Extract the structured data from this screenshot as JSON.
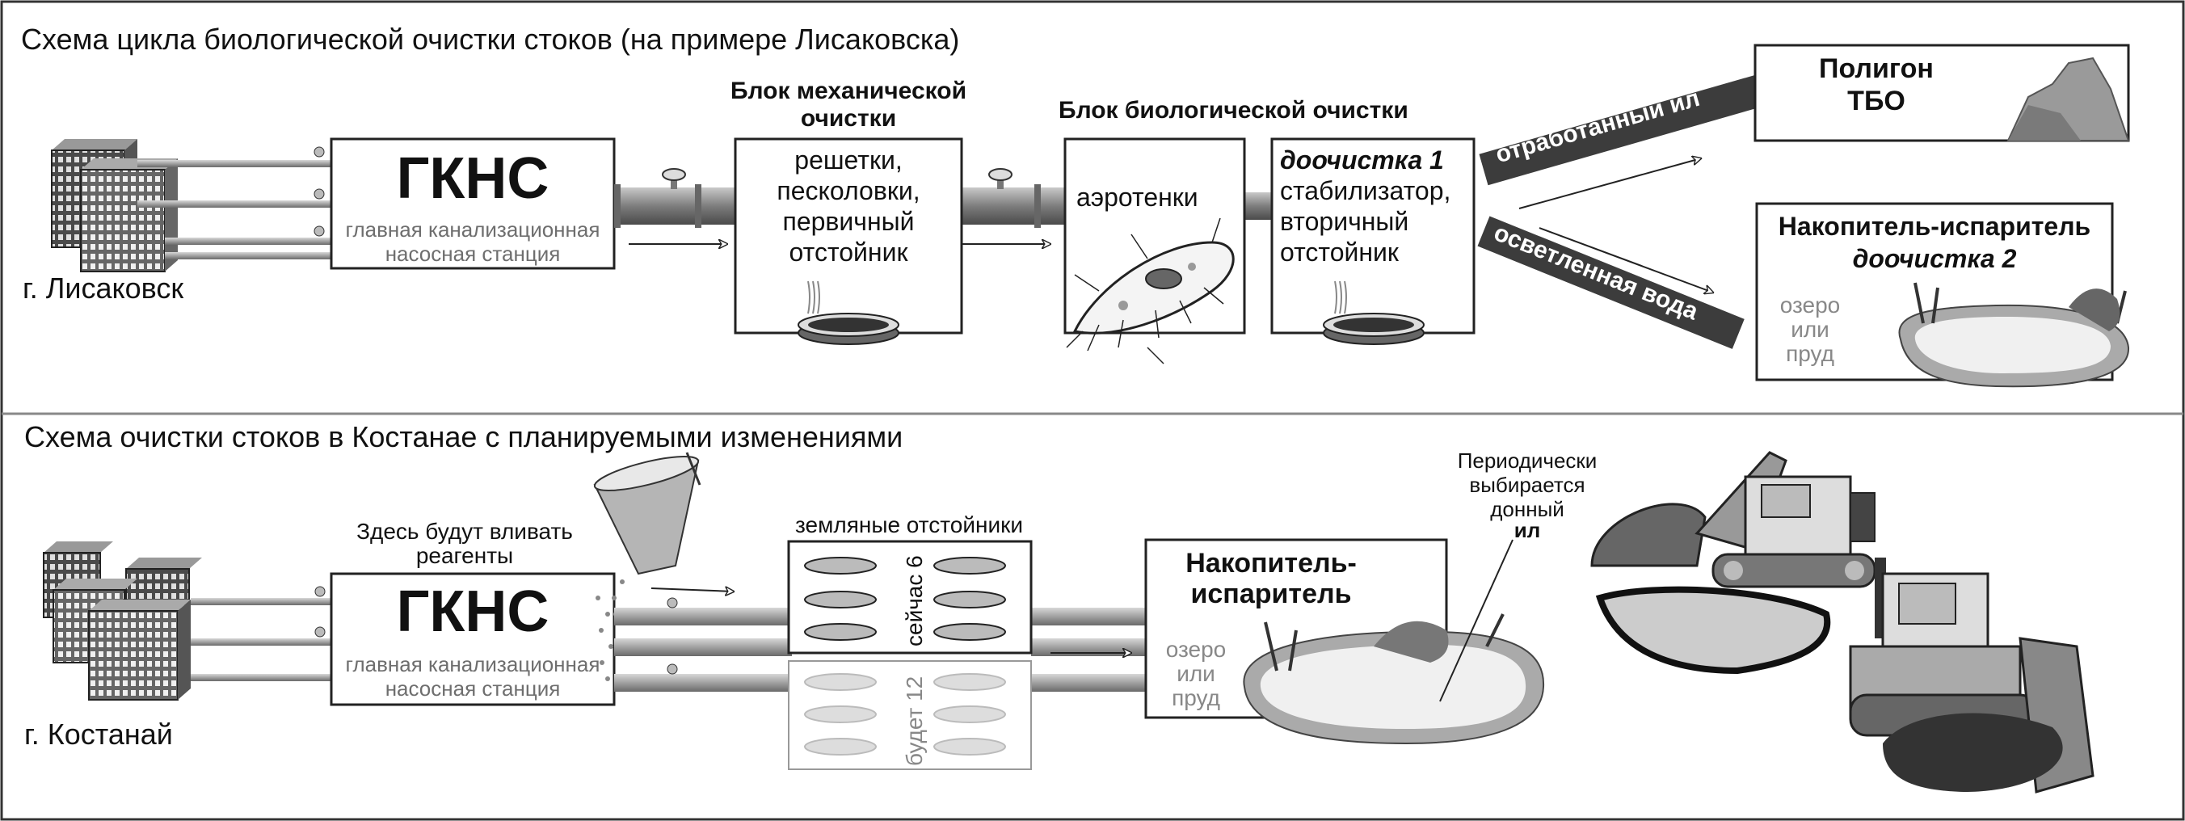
{
  "top": {
    "title": "Схема цикла биологической очистки стоков (на примере Лисаковска)",
    "city": "г. Лисаковск",
    "gkns": {
      "abbr": "ГКНС",
      "line1": "главная канализационная",
      "line2": "насосная станция"
    },
    "mech_block": {
      "header1": "Блок механической",
      "header2": "очистки",
      "items": [
        "решетки,",
        "песколовки,",
        "первичный",
        "отстойник"
      ]
    },
    "bio_block": {
      "header": "Блок биологической очистки",
      "aero": "аэротенки",
      "post1": "доочистка 1",
      "post1_items": [
        "стабилизатор,",
        "вторичный",
        "отстойник"
      ]
    },
    "sludge_label": "отработанный ил",
    "water_label": "осветленная вода",
    "landfill": {
      "line1": "Полигон",
      "line2": "ТБО"
    },
    "evaporator": {
      "line1": "Накопитель-испаритель",
      "line2": "доочистка 2",
      "pond": [
        "озеро",
        "или",
        "пруд"
      ]
    }
  },
  "bottom": {
    "title": "Схема очистки стоков в Костанае с планируемыми изменениями",
    "city": "г. Костанай",
    "reagent_note": [
      "Здесь будут вливать",
      "реагенты"
    ],
    "gkns": {
      "abbr": "ГКНС",
      "line1": "главная канализационная",
      "line2": "насосная станция"
    },
    "tanks_label": "земляные отстойники",
    "now_label": "сейчас 6",
    "future_label": "будет 12",
    "evaporator": {
      "line1": "Накопитель-",
      "line2": "испаритель",
      "pond": [
        "озеро",
        "или",
        "пруд"
      ]
    },
    "dredge_note": [
      "Периодически",
      "выбирается",
      "донный"
    ],
    "dredge_bold": "ил"
  },
  "colors": {
    "frame": "#333333",
    "pipe": "#8a8a8a",
    "banner": "#3c3c3c",
    "building": "#555555"
  }
}
